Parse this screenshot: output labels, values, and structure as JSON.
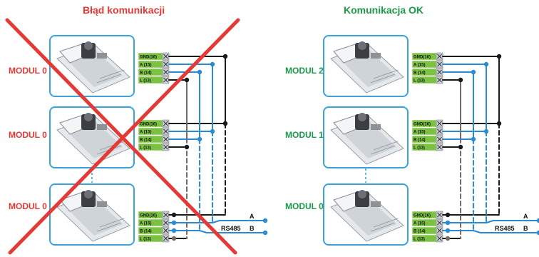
{
  "colors": {
    "bad": "#e53935",
    "good": "#1b9a4a",
    "box_border": "#3aa3d9",
    "terminal": "#7cc242",
    "wire_gnd": "#1a1a1a",
    "wire_ab": "#2a8ad4",
    "wire_l": "#7a6a62"
  },
  "left_panel": {
    "title": "Błąd komunikacji",
    "modules": [
      "MODUL 0",
      "MODUL 0",
      "MODUL 0"
    ],
    "crossed_out": true
  },
  "right_panel": {
    "title": "Komunikacja OK",
    "modules": [
      "MODUL 2",
      "MODUL 1",
      "MODUL 0"
    ]
  },
  "terminal_labels": [
    "GND(16)",
    "A (15)",
    "B (14)",
    "L (13)"
  ],
  "bus": {
    "name": "RS485",
    "line_a": "A",
    "line_b": "B"
  },
  "icons": [
    "actuator-module-image",
    "screw-terminal-icon",
    "cross-mark"
  ]
}
